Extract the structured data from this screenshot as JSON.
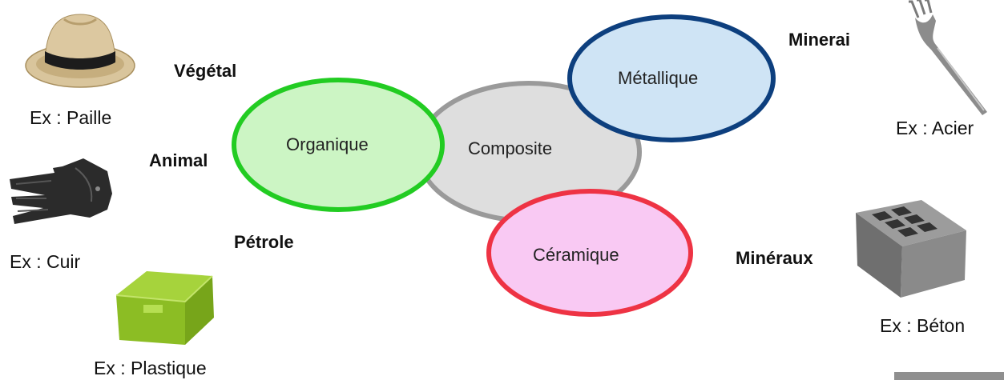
{
  "diagram": {
    "categories": {
      "organique": {
        "label": "Organique",
        "stroke": "#22cc22",
        "fill": "#ccf5c4"
      },
      "composite": {
        "label": "Composite",
        "stroke": "#9a9a9a",
        "fill": "#dedede"
      },
      "metallique": {
        "label": "Métallique",
        "stroke": "#0d3f7e",
        "fill": "#cfe4f5"
      },
      "ceramique": {
        "label": "Céramique",
        "stroke": "#ee3344",
        "fill": "#f9c9f3"
      }
    },
    "sources": {
      "vegetal": "Végétal",
      "animal": "Animal",
      "petrole": "Pétrole",
      "minerai": "Minerai",
      "mineraux": "Minéraux"
    },
    "examples": {
      "paille": {
        "label": "Ex : Paille",
        "icon": "straw-hat-icon"
      },
      "cuir": {
        "label": "Ex : Cuir",
        "icon": "leather-glove-icon"
      },
      "plastique": {
        "label": "Ex : Plastique",
        "icon": "plastic-box-icon"
      },
      "acier": {
        "label": "Ex : Acier",
        "icon": "steel-fork-icon"
      },
      "beton": {
        "label": "Ex : Béton",
        "icon": "concrete-block-icon"
      }
    }
  }
}
